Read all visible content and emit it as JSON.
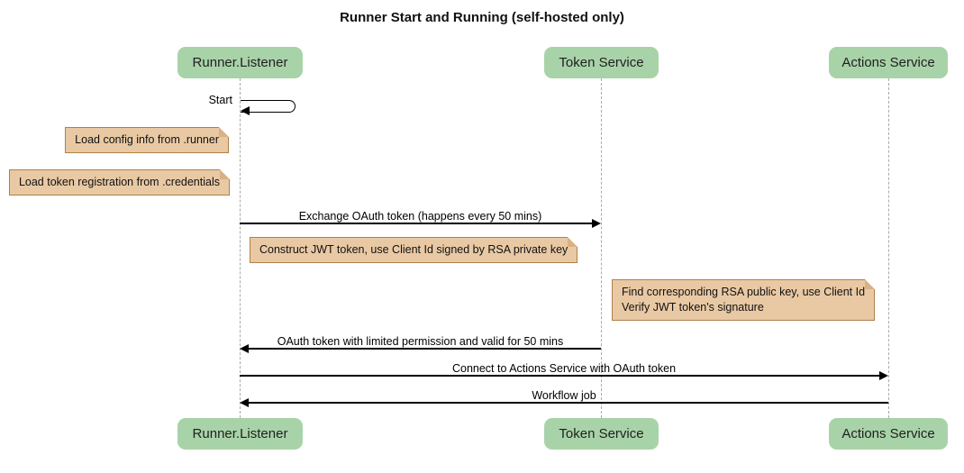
{
  "diagram": {
    "title": "Runner Start and Running (self-hosted only)",
    "participants": [
      {
        "label": "Runner.Listener"
      },
      {
        "label": "Token Service"
      },
      {
        "label": "Actions Service"
      }
    ],
    "messages": [
      {
        "label": "Start",
        "from": "Runner.Listener",
        "to": "Runner.Listener"
      },
      {
        "label": "Exchange OAuth token (happens every 50 mins)",
        "from": "Runner.Listener",
        "to": "Token Service"
      },
      {
        "label": "OAuth token with limited permission and valid for 50 mins",
        "from": "Token Service",
        "to": "Runner.Listener"
      },
      {
        "label": "Connect to Actions Service with OAuth token",
        "from": "Runner.Listener",
        "to": "Actions Service"
      },
      {
        "label": "Workflow job",
        "from": "Actions Service",
        "to": "Runner.Listener"
      }
    ],
    "notes": [
      {
        "lines": [
          "Load config info from .runner"
        ]
      },
      {
        "lines": [
          "Load token registration from .credentials"
        ]
      },
      {
        "lines": [
          "Construct JWT token, use Client Id signed by RSA private key"
        ]
      },
      {
        "lines": [
          "Find corresponding RSA public key, use Client Id",
          "Verify JWT token's signature"
        ]
      }
    ],
    "colors": {
      "participant_fill": "#A8D3A8",
      "note_fill": "#E9C9A4",
      "note_border": "#B0804A",
      "note_fold": "#D8B186",
      "lifeline": "#AAAAAA",
      "text": "#000000",
      "background": "#FFFFFF"
    }
  }
}
